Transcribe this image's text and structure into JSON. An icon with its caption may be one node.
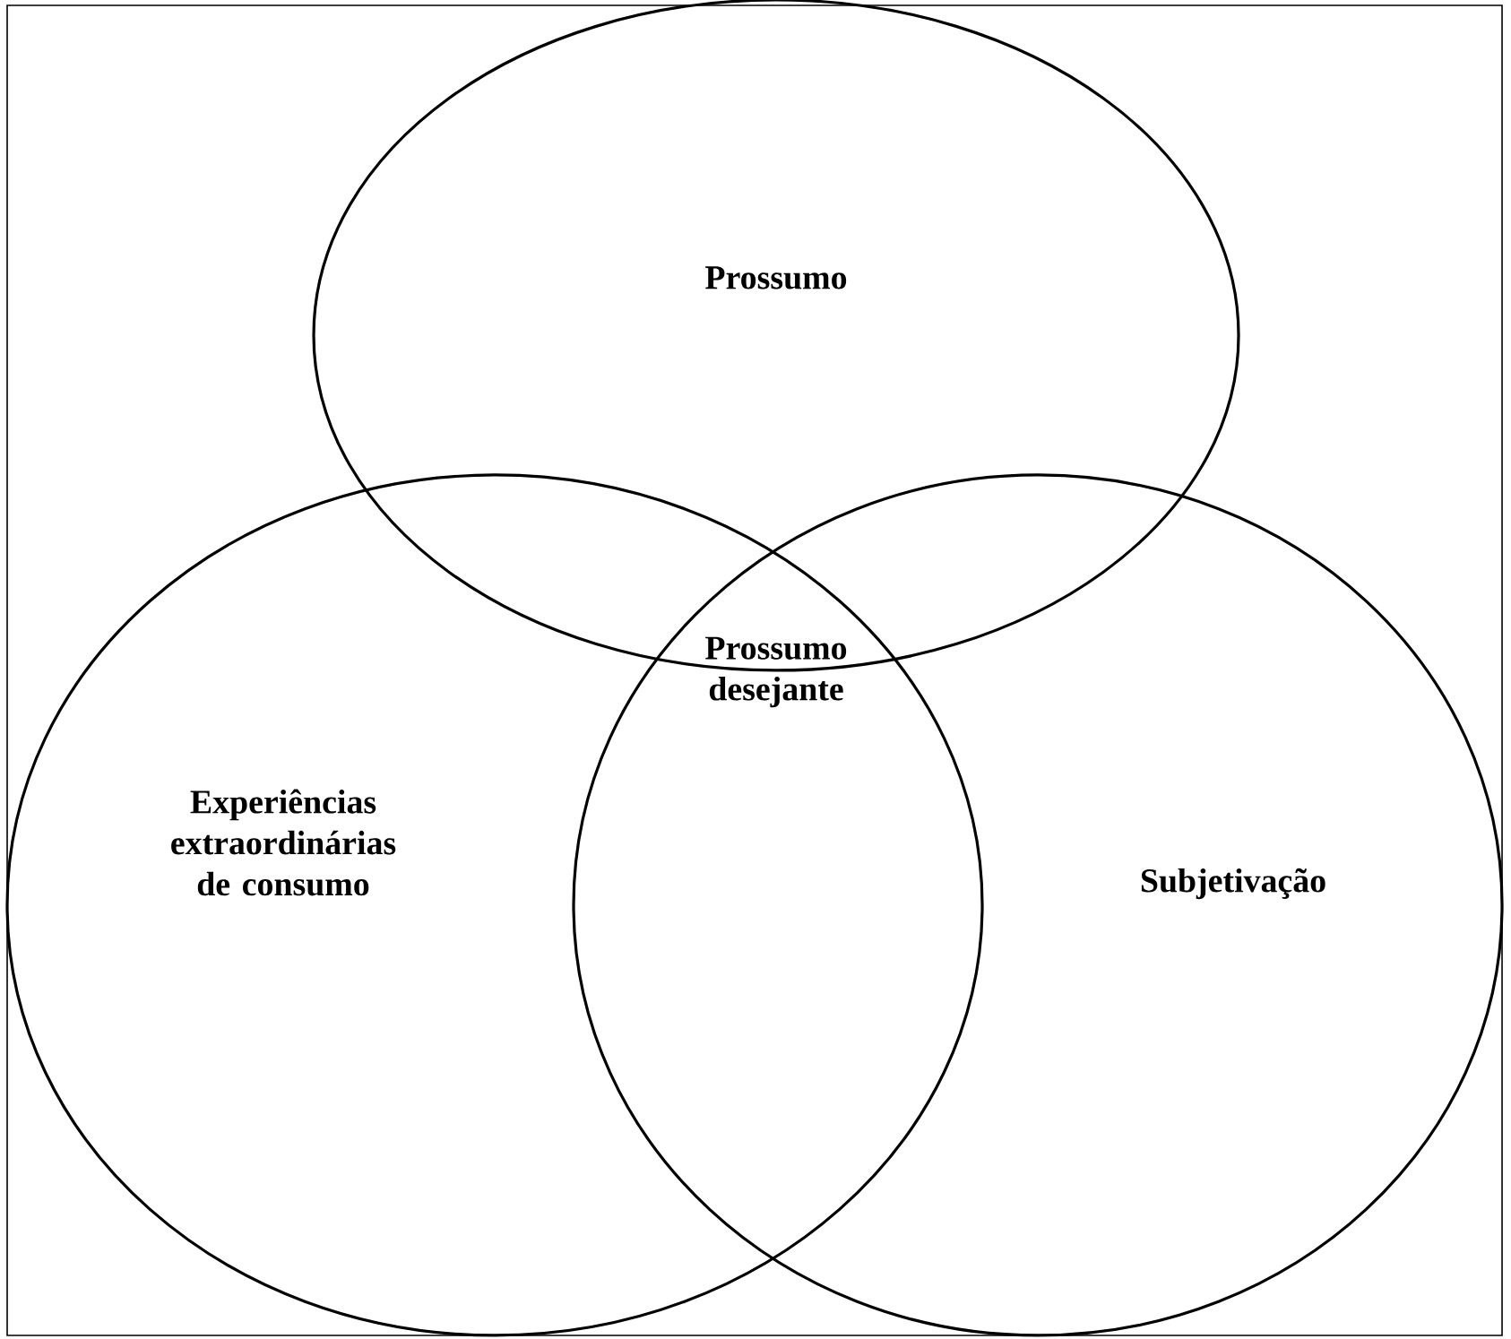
{
  "diagram": {
    "nodes": [
      {
        "text": [
          "Prossumo"
        ]
      },
      {
        "text": [
          "Experiências extraordinárias de consumo"
        ]
      },
      {
        "text": [
          "Subjetivação"
        ]
      }
    ],
    "labels": [
      "Prossumo desejante"
    ]
  }
}
